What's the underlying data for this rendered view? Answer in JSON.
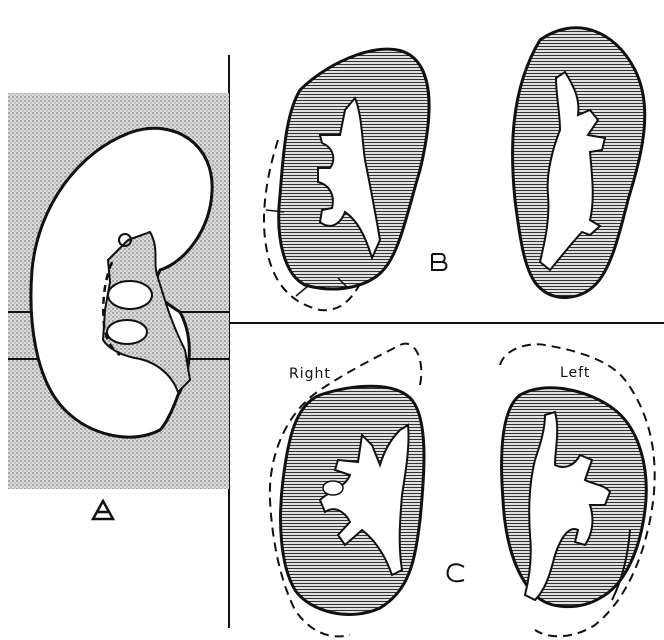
{
  "figure": {
    "panel_a": {
      "label": "A"
    },
    "panel_b": {
      "label": "B"
    },
    "panel_c": {
      "label": "C",
      "right_label": "Right",
      "left_label": "Left"
    }
  },
  "colors": {
    "ink": "#111111",
    "stipple_bg": "#cfcfcf",
    "hatch": "#333333",
    "paper": "#ffffff"
  }
}
